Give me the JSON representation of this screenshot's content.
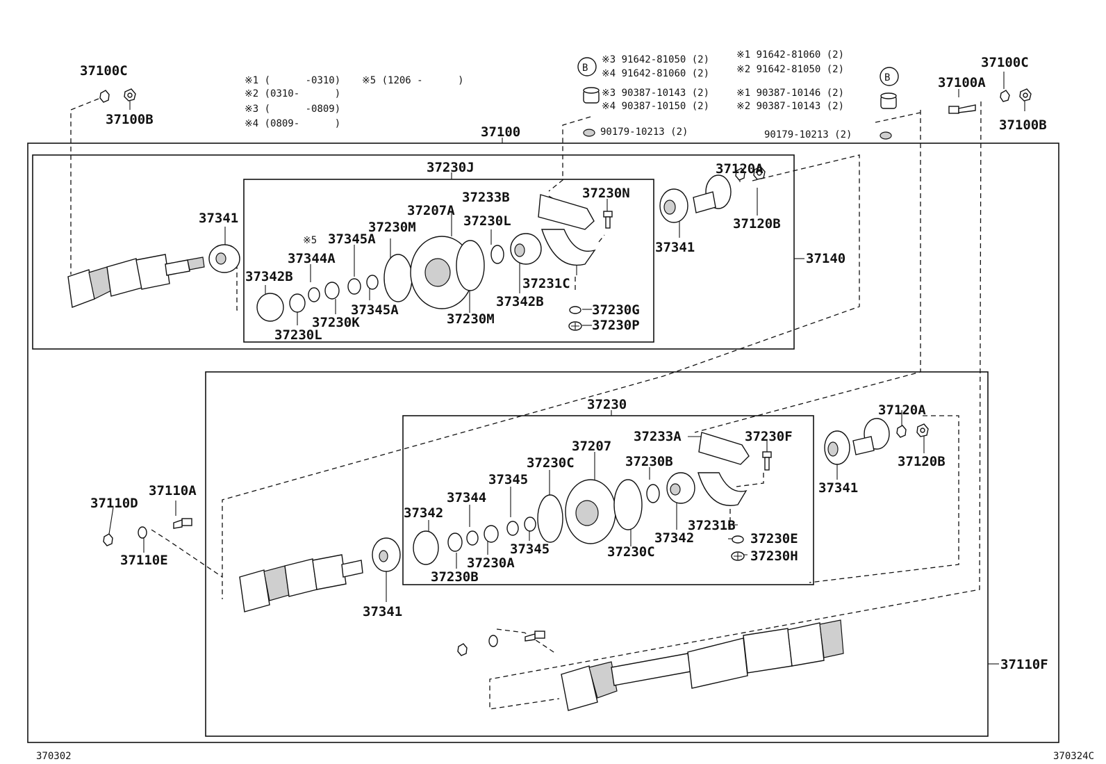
{
  "diagram_id_left": "370302",
  "diagram_id_right": "370324C",
  "notes": {
    "n1": "※1 (      -0310)",
    "n2": "※2 (0310-      )",
    "n3": "※3 (      -0809)",
    "n4": "※4 (0809-      )",
    "n5": "※5 (1206 -      )"
  },
  "bolt_b_left": {
    "marker": "B",
    "line1": "※3 91642-81050 (2)",
    "line2": "※4 91642-81060 (2)"
  },
  "bolt_b_right": {
    "marker": "B",
    "line1": "※1 91642-81060 (2)",
    "line2": "※2 91642-81050 (2)"
  },
  "bushing_left": {
    "line1": "※3 90387-10143 (2)",
    "line2": "※4 90387-10150 (2)"
  },
  "bushing_right": {
    "line1": "※1 90387-10146 (2)",
    "line2": "※2 90387-10143 (2)"
  },
  "washer_left": "90179-10213 (2)",
  "washer_right": "90179-10213 (2)",
  "labels": {
    "p37100C_l": "37100C",
    "p37100B_l": "37100B",
    "p37100": "37100",
    "p37100C_r": "37100C",
    "p37100A": "37100A",
    "p37100B_r": "37100B",
    "p37230J": "37230J",
    "p37233B": "37233B",
    "p37230N": "37230N",
    "p37207A": "37207A",
    "p37230M_t": "37230M",
    "p37230L_t": "37230L",
    "p5_note": "※5",
    "p37345A_t": "37345A",
    "p37344A": "37344A",
    "p37342B_l": "37342B",
    "p37341_top": "37341",
    "p37230K": "37230K",
    "p37345A_b": "37345A",
    "p37230L_b": "37230L",
    "p37230M_b": "37230M",
    "p37342B_r": "37342B",
    "p37231C": "37231C",
    "p37230G": "37230G",
    "p37230P": "37230P",
    "p37120A_t": "37120A",
    "p37120B_t": "37120B",
    "p37341_tr": "37341",
    "p37140": "37140",
    "p37230": "37230",
    "p37233A": "37233A",
    "p37230F": "37230F",
    "p37207": "37207",
    "p37230C_t": "37230C",
    "p37230B_t": "37230B",
    "p37345_t": "37345",
    "p37344": "37344",
    "p37342_l": "37342",
    "p37342_r": "37342",
    "p37231B": "37231B",
    "p37230E": "37230E",
    "p37230H": "37230H",
    "p37345_b": "37345",
    "p37230A": "37230A",
    "p37230B_b": "37230B",
    "p37230C_b": "37230C",
    "p37341_mid": "37341",
    "p37341_br": "37341",
    "p37120A_b": "37120A",
    "p37120B_b": "37120B",
    "p37110A": "37110A",
    "p37110D": "37110D",
    "p37110E": "37110E",
    "p37110F": "37110F"
  }
}
